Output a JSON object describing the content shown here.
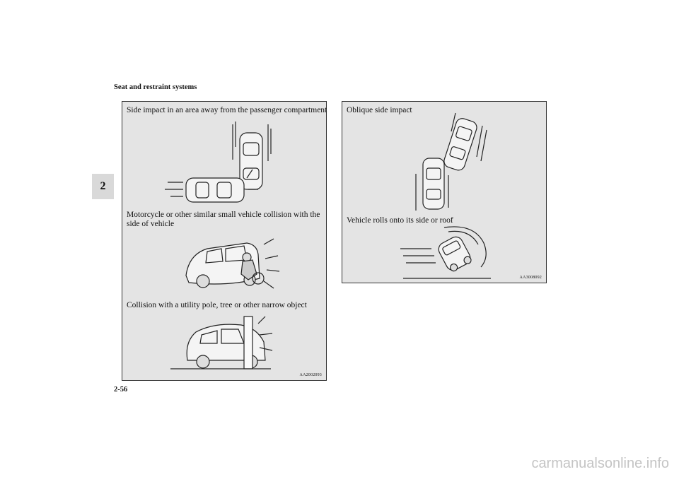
{
  "header": {
    "title": "Seat and restraint systems"
  },
  "side_tab": {
    "label": "2"
  },
  "page_number": "2-56",
  "left_panel": {
    "caption_side_impact": "Side impact in an area away from the passenger compartment",
    "caption_motorcycle": "Motorcycle or other similar small vehicle collision with the side of vehicle",
    "caption_pole": "Collision with a utility pole, tree or other narrow object",
    "figure_code": "AA2002093"
  },
  "right_panel": {
    "caption_oblique": "Oblique side impact",
    "caption_rollover": "Vehicle rolls onto its side or roof",
    "figure_code": "AA3008092"
  },
  "watermark": "carmanualsonline.info"
}
